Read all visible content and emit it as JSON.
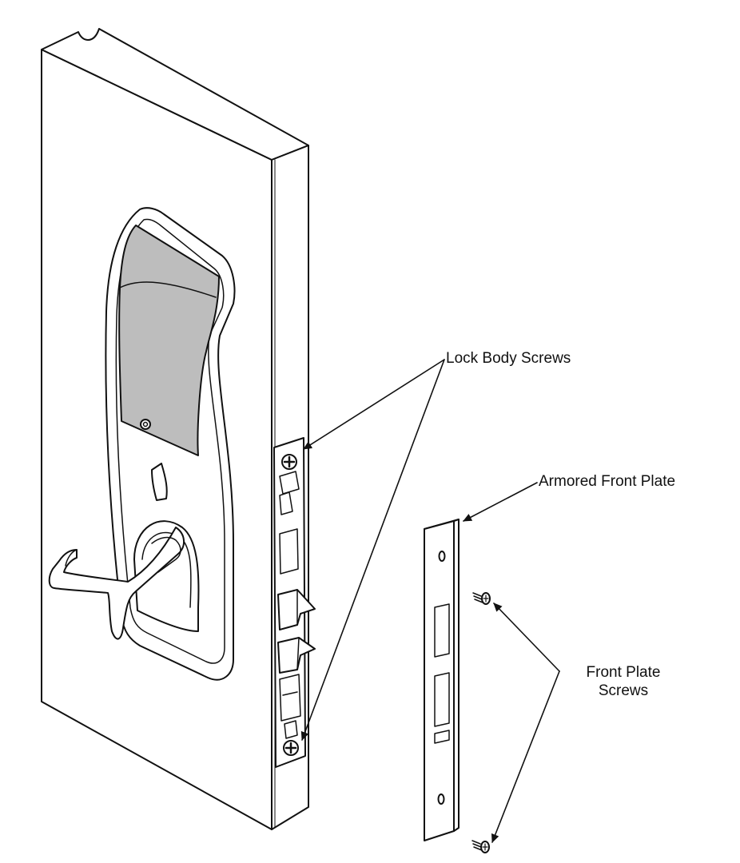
{
  "diagram": {
    "labels": {
      "lock_body_screws": "Lock Body Screws",
      "armored_front_plate": "Armored Front Plate",
      "front_plate_screws_line1": "Front Plate",
      "front_plate_screws_line2": "Screws"
    },
    "colors": {
      "line": "#111111",
      "escutcheon_panel": "#bdbdbd",
      "background": "#ffffff"
    }
  }
}
